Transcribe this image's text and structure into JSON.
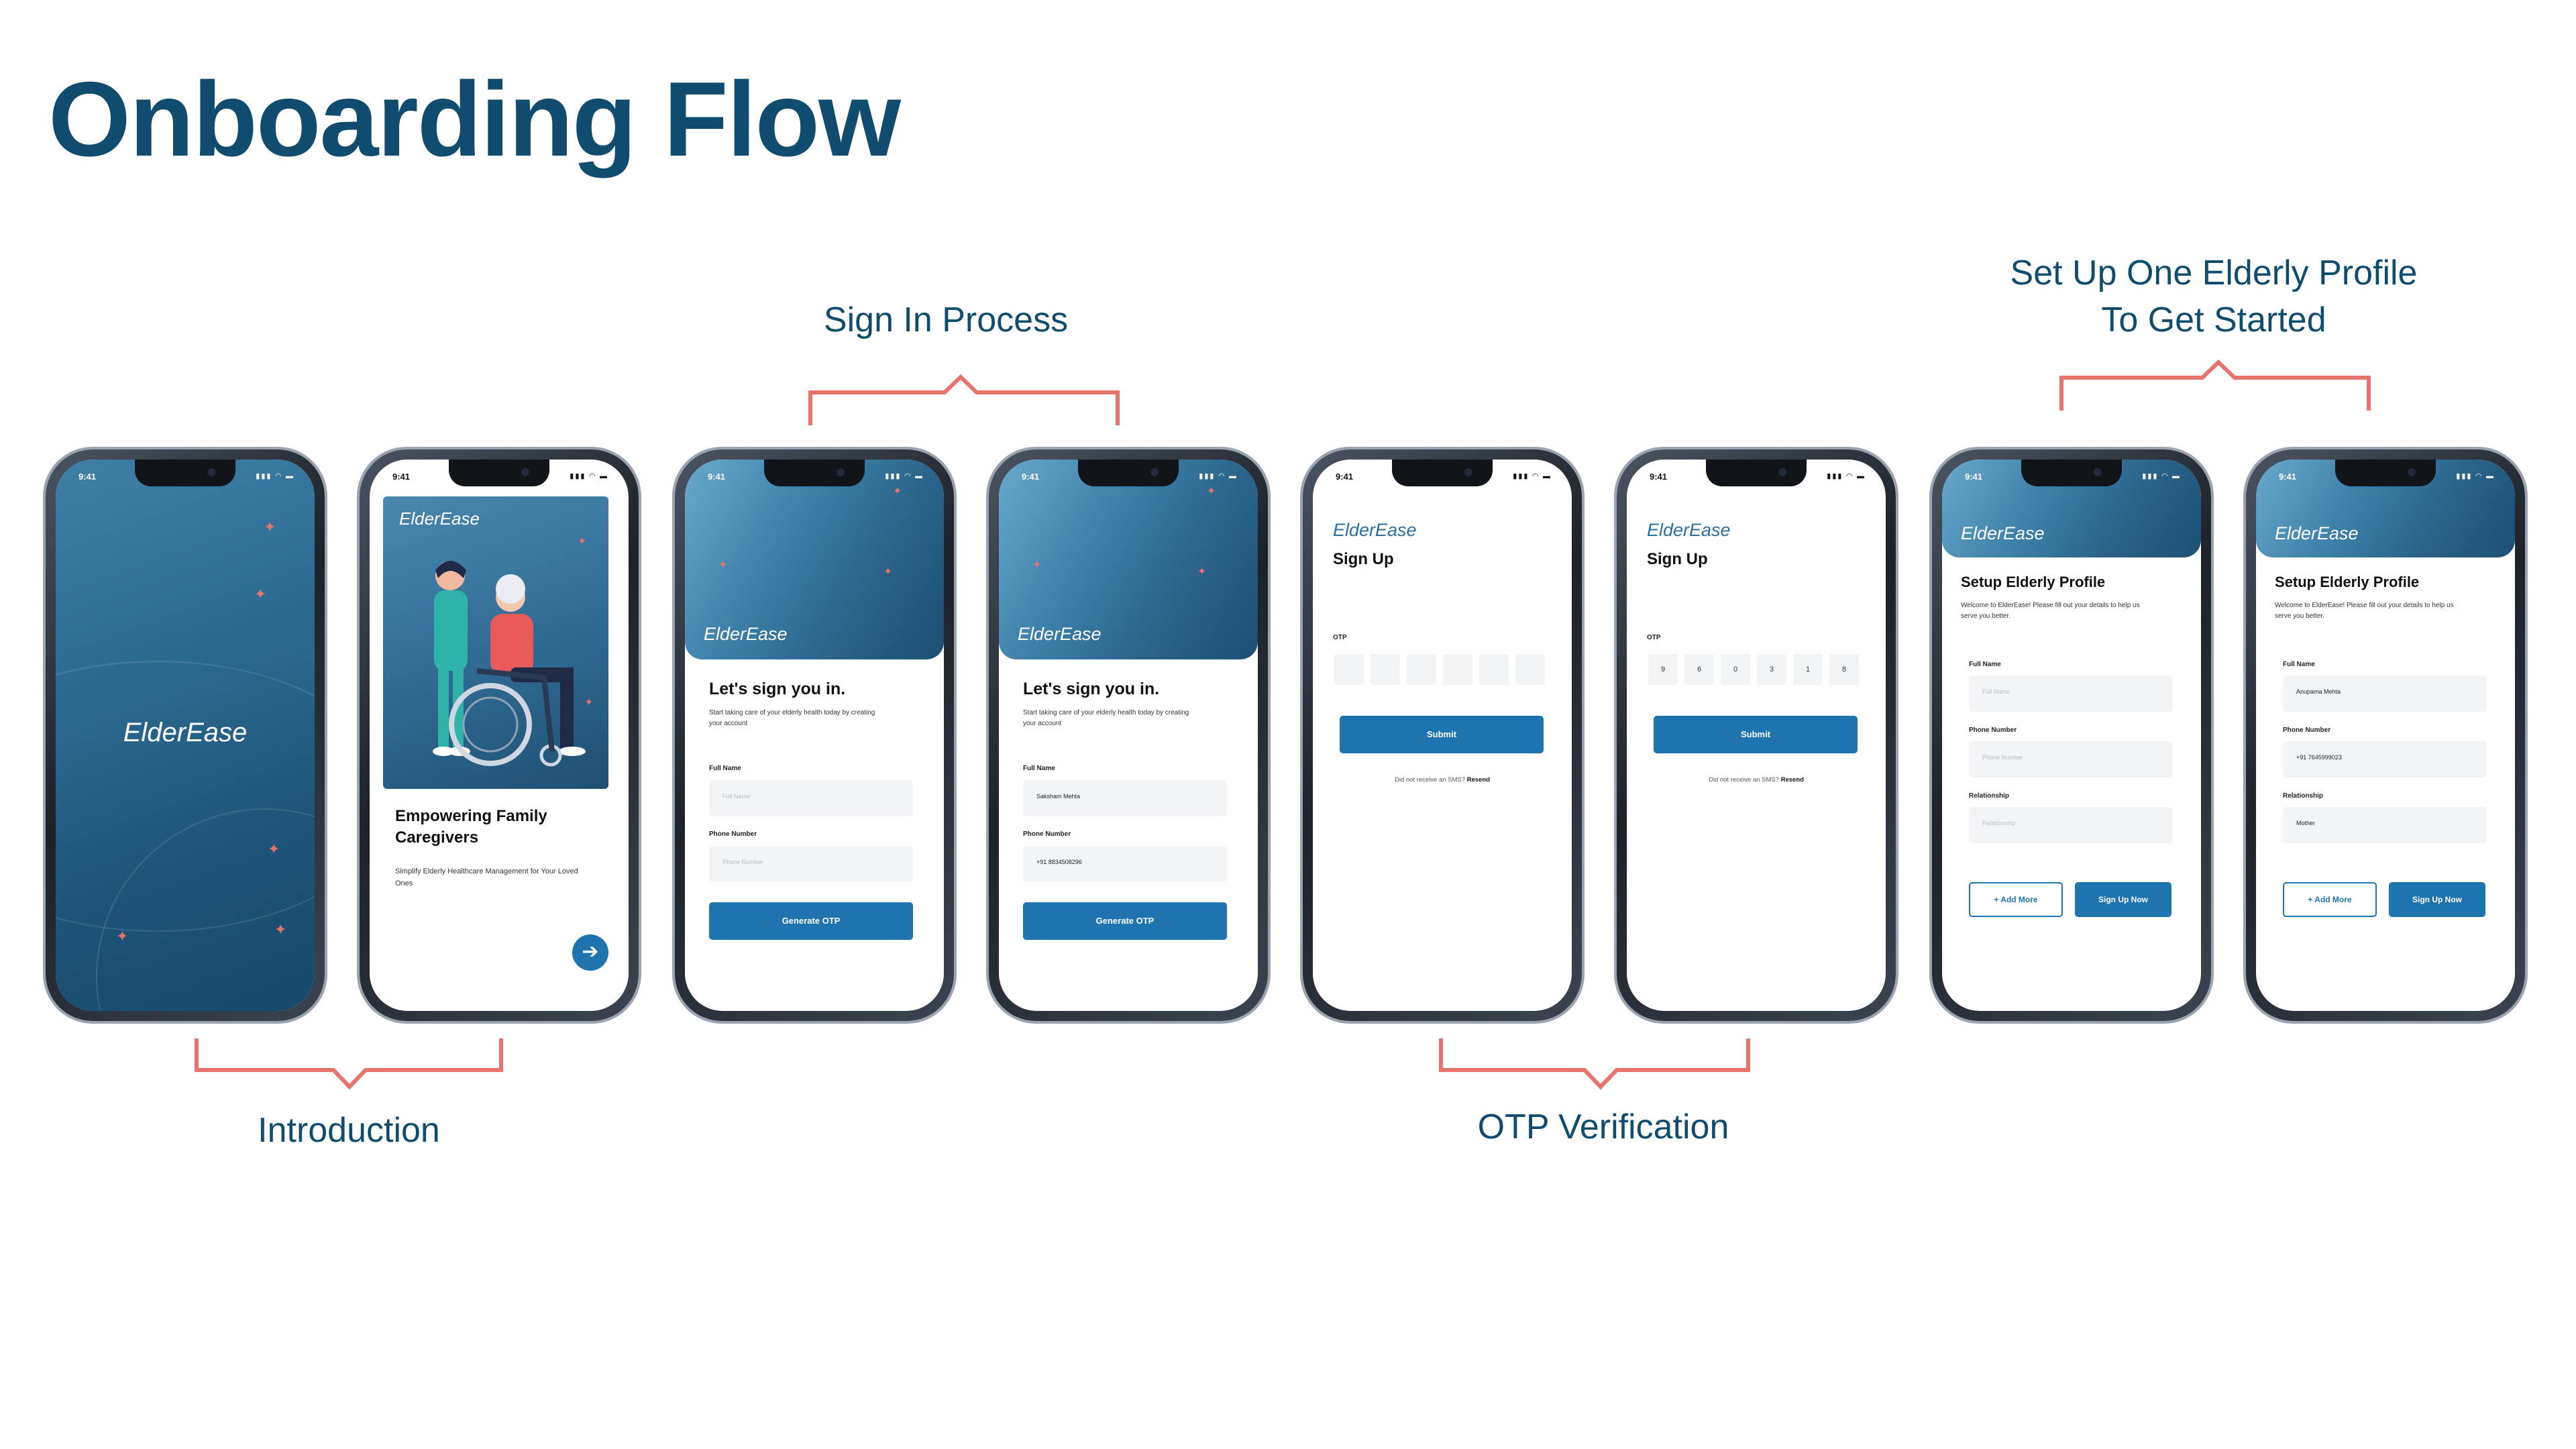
{
  "page": {
    "title": "Onboarding Flow",
    "sections": {
      "sign_in": "Sign In Process",
      "setup_line1": "Set Up One Elderly Profile",
      "setup_line2": "To Get Started",
      "introduction": "Introduction",
      "otp": "OTP Verification"
    },
    "accent_color": "#e8736d",
    "brand_color": "#0f4c6e"
  },
  "app": {
    "brand": "ElderEase",
    "status_time": "9:41",
    "status_icons": "signal-wifi-battery",
    "primary_color": "#1e74ae"
  },
  "intro": {
    "heading": "Empowering Family Caregivers",
    "subtext": "Simplify Elderly Healthcare Management for Your Loved Ones",
    "next_icon": "arrow-right-icon"
  },
  "signin": {
    "heading": "Let's sign you in.",
    "subtext": "Start taking care of your elderly health today by creating your account",
    "fullname_label": "Full Name",
    "fullname_placeholder": "Full Name",
    "phone_label": "Phone Number",
    "phone_placeholder": "Phone Number",
    "filled_name": "Saksham Mehta",
    "filled_phone": "+91 8834508296",
    "cta": "Generate OTP"
  },
  "otp": {
    "heading": "Sign Up",
    "label": "OTP",
    "digits": [
      "9",
      "6",
      "0",
      "3",
      "1",
      "8"
    ],
    "cta": "Submit",
    "resend_prompt": "Did not receive an SMS?",
    "resend_link": "Resend"
  },
  "setup": {
    "heading": "Setup Elderly Profile",
    "subtext": "Welcome to ElderEase! Please fill out your details to help us serve you better.",
    "fullname_label": "Full Name",
    "fullname_placeholder": "Full Name",
    "phone_label": "Phone Number",
    "phone_placeholder": "Phone Number",
    "relationship_label": "Relationship",
    "relationship_placeholder": "Relationship",
    "filled_name": "Anupama Mehta",
    "filled_phone": "+91 7645999023",
    "filled_relationship": "Mother",
    "add_more": "+ Add More",
    "signup": "Sign Up Now"
  }
}
